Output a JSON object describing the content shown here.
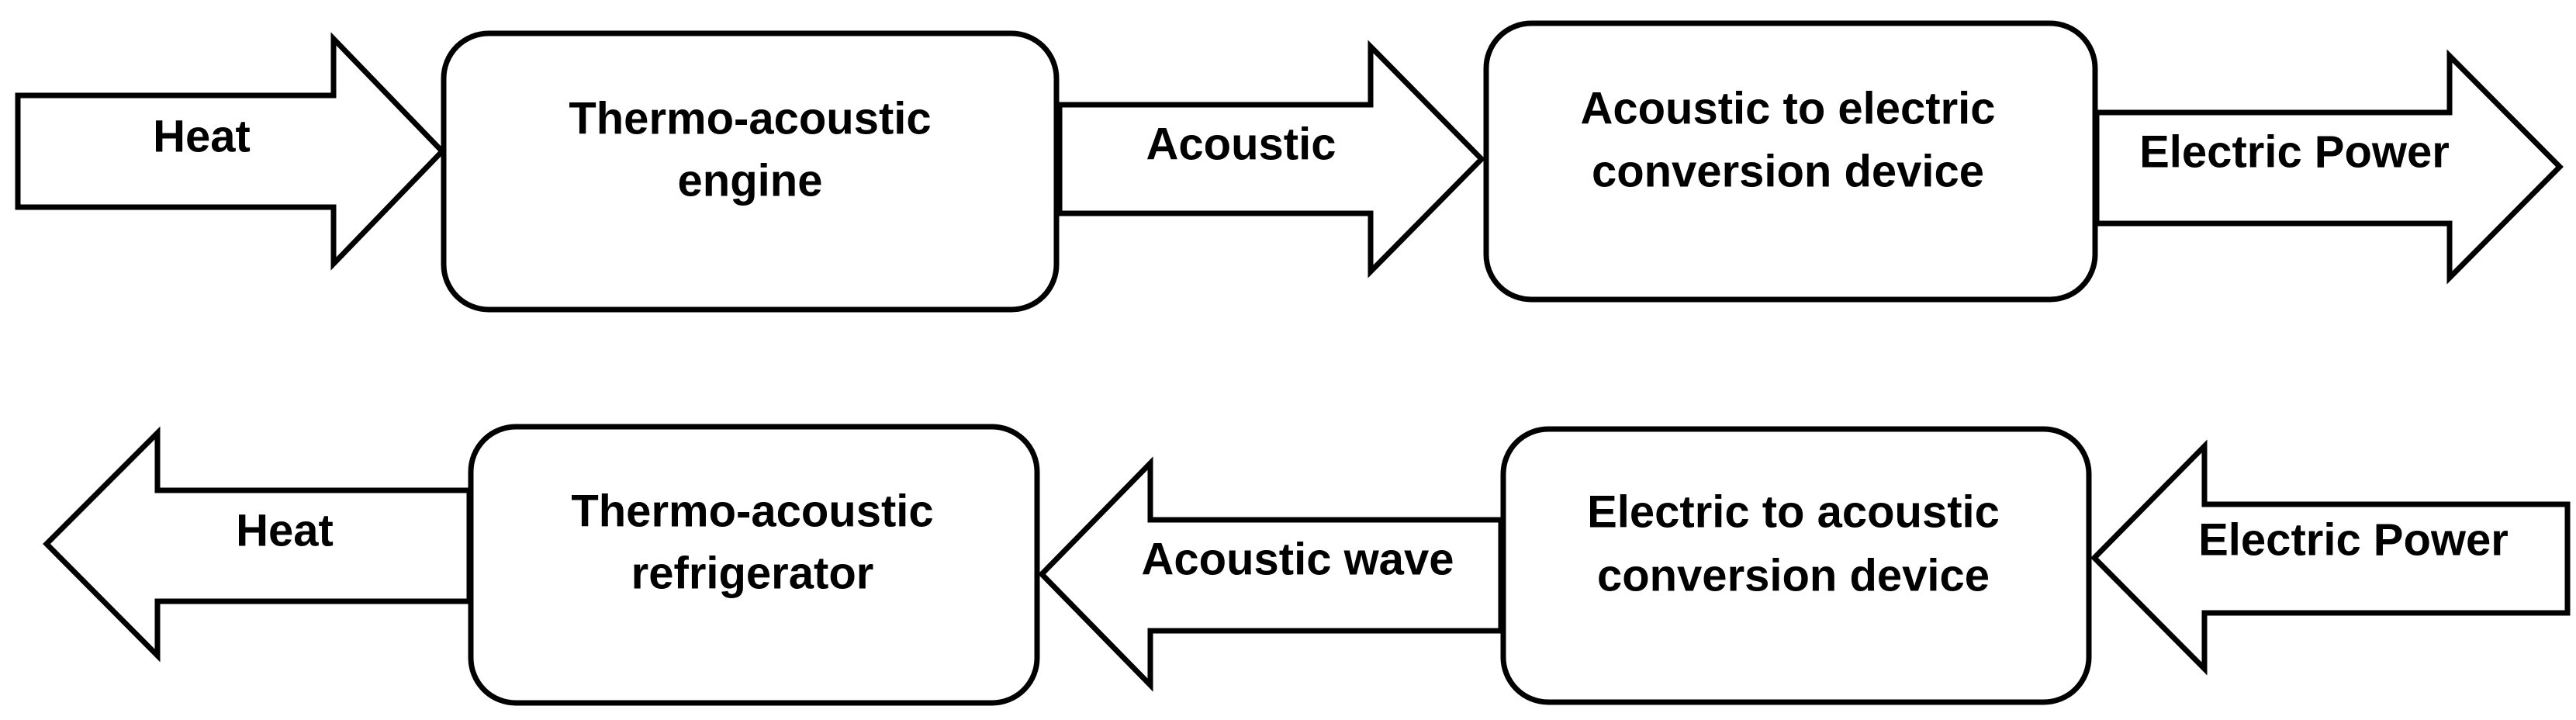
{
  "top_flow": {
    "input_arrow": "Heat",
    "engine_box": [
      "Thermo-acoustic",
      "engine"
    ],
    "middle_arrow": "Acoustic",
    "converter_box": [
      "Acoustic to electric",
      "conversion device"
    ],
    "output_arrow": "Electric Power"
  },
  "bottom_flow": {
    "output_arrow": "Heat",
    "refrigerator_box": [
      "Thermo-acoustic",
      "refrigerator"
    ],
    "middle_arrow": "Acoustic wave",
    "converter_box": [
      "Electric to acoustic",
      "conversion device"
    ],
    "input_arrow": "Electric Power"
  },
  "colors": {
    "stroke": "#000000",
    "fill": "#ffffff"
  }
}
